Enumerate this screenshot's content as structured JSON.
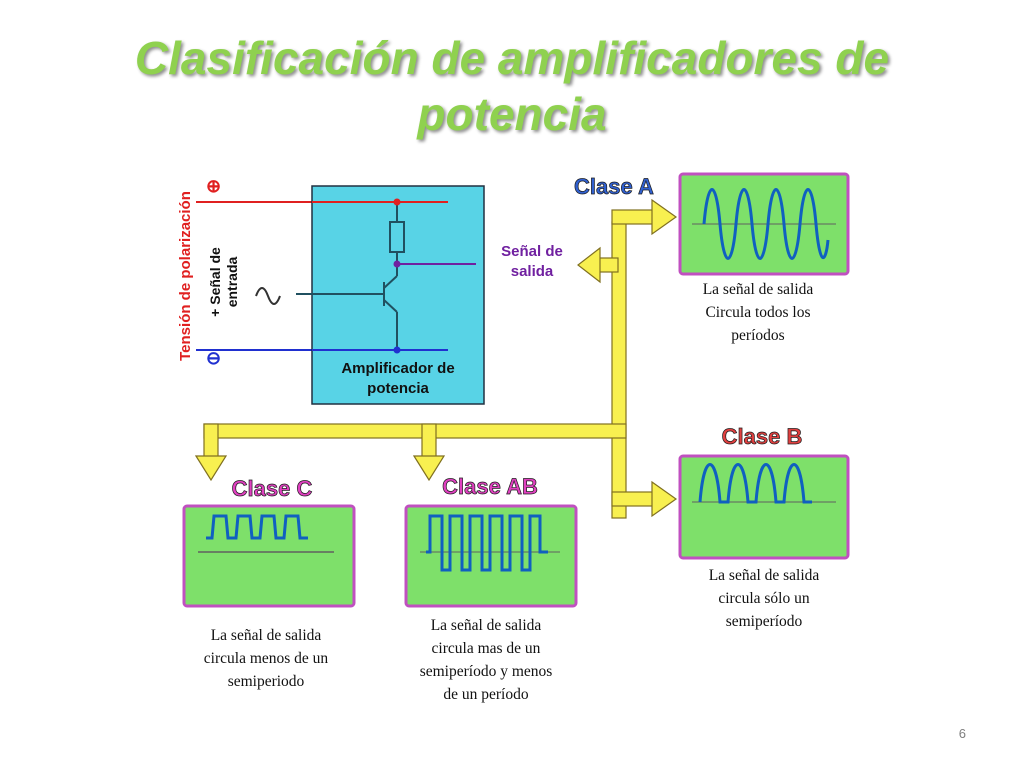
{
  "title": {
    "line1": "Clasificación de amplificadores de",
    "line2": "potencia"
  },
  "diagram": {
    "bias_label": "Tensión de polarización",
    "plus_sign": "⊕",
    "minus_sign": "⊖",
    "input_label_line1": "+ Señal de",
    "input_label_line2": "entrada",
    "output_label_line1": "Señal de",
    "output_label_line2": "salida",
    "amp_label_line1": "Amplificador de",
    "amp_label_line2": "potencia",
    "class_a": {
      "name": "Clase A",
      "caption": [
        "La señal de salida",
        "Circula todos los",
        "períodos"
      ]
    },
    "class_b": {
      "name": "Clase B",
      "caption": [
        "La señal de salida",
        "circula sólo un",
        "semiperíodo"
      ]
    },
    "class_c": {
      "name": "Clase C",
      "caption": [
        "La señal de salida",
        "circula menos de un",
        "semiperiodo"
      ]
    },
    "class_ab": {
      "name": "Clase AB",
      "caption": [
        "La señal de salida",
        "circula mas de un",
        "semiperíodo y menos",
        "de un período"
      ]
    }
  },
  "colors": {
    "title_green": "#8fd14f",
    "panel_green": "#7ee06a",
    "panel_border": "#c050c0",
    "amp_cyan": "#58d3e6",
    "arrow_yellow": "#f8f050",
    "wave_blue": "#1060c0",
    "bias_red": "#e02020",
    "class_name_blue": "#3060d0",
    "class_name_pink": "#e040c0",
    "output_purple": "#7020a0"
  },
  "page_number": "6"
}
